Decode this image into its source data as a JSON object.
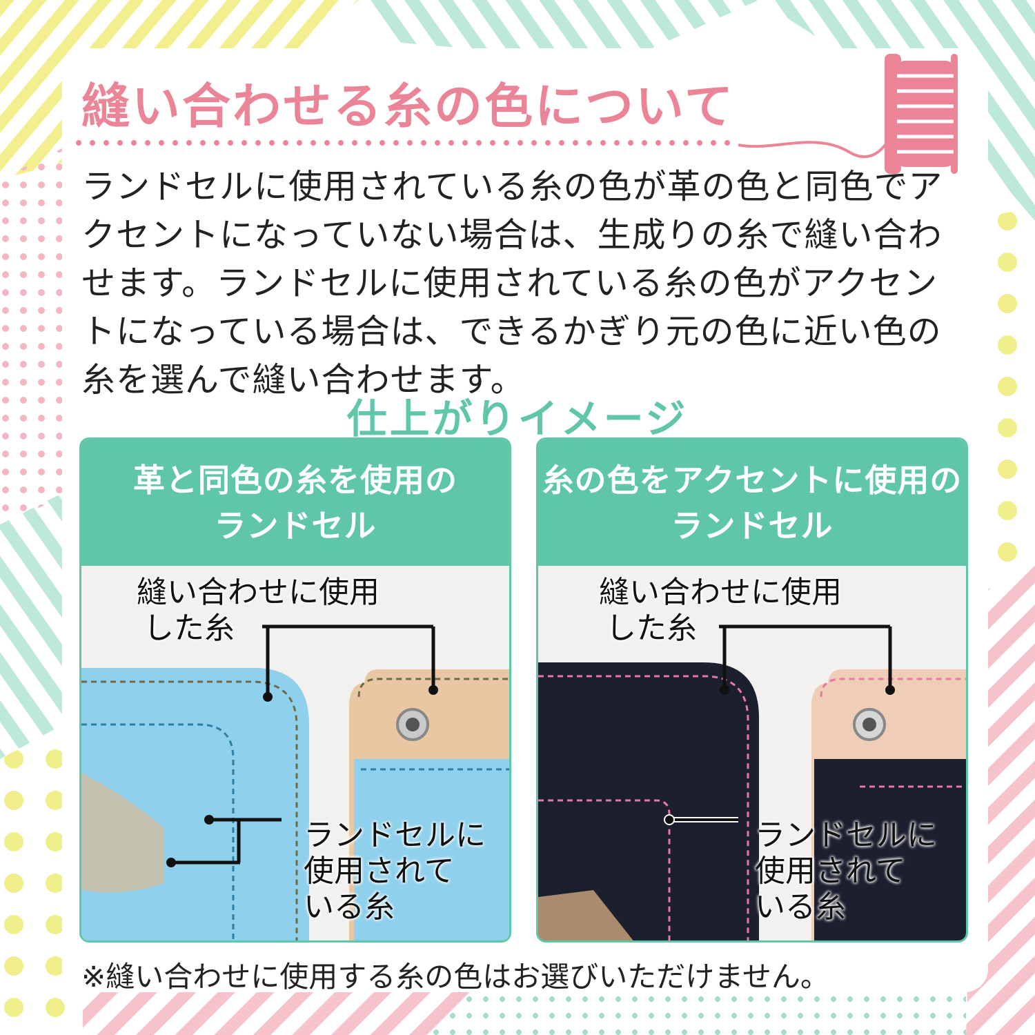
{
  "title": "縫い合わせる糸の色について",
  "body": "ランドセルに使用されている糸の色が革の色と同色でアクセントになっていない場合は、生成りの糸で縫い合わせます。ランドセルに使用されている糸の色がアクセントになっている場合は、できるかぎり元の色に近い色の糸を選んで縫い合わせます。",
  "subheading": "仕上がりイメージ",
  "cards": [
    {
      "heading_line1": "革と同色の糸を使用の",
      "heading_line2": "ランドセル",
      "label_stitch_line1": "縫い合わせに使用",
      "label_stitch_line2": "した糸",
      "label_original_line1": "ランドセルに",
      "label_original_line2": "使用されて",
      "label_original_line3": "いる糸",
      "leather_color": "#8fd0ec",
      "stitch_color": "#6b6a4a"
    },
    {
      "heading_line1": "糸の色をアクセントに使用の",
      "heading_line2": "ランドセル",
      "label_stitch_line1": "縫い合わせに使用",
      "label_stitch_line2": "した糸",
      "label_original_line1": "ランドセルに",
      "label_original_line2": "使用されて",
      "label_original_line3": "いる糸",
      "leather_color": "#1c1f2e",
      "stitch_color": "#e57aa0"
    }
  ],
  "note": "※縫い合わせに使用する糸の色はお選びいただけません。",
  "colors": {
    "title_pink": "#ec8497",
    "accent_green": "#5fc6aa",
    "bg_yellow": "#f3ef8e",
    "bg_mint": "#bfe8dc"
  }
}
